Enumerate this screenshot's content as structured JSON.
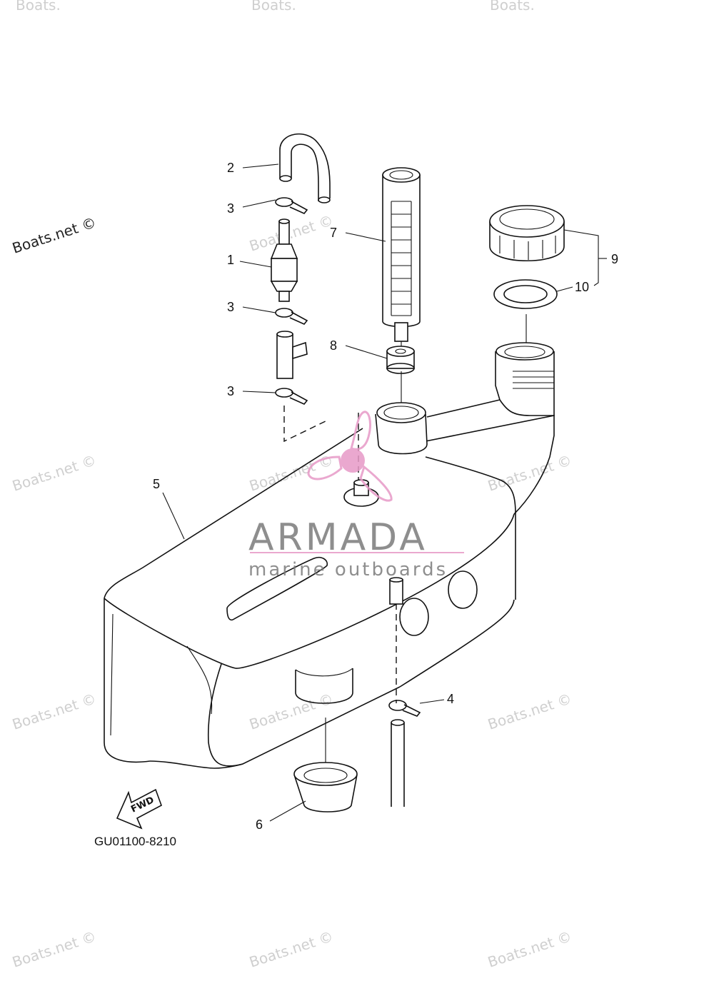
{
  "watermark": {
    "text": "Boats.net ©",
    "top_partial": "Boats."
  },
  "diagram_code": "GU01100-8210",
  "fwd_label": "FWD",
  "brand": {
    "name": "ARMADA",
    "tagline": "marine outboards",
    "accent_color": "#e79ac7",
    "text_color": "#7b7b7b"
  },
  "callouts": [
    {
      "id": "c1",
      "label": "1"
    },
    {
      "id": "c2",
      "label": "2"
    },
    {
      "id": "c3a",
      "label": "3"
    },
    {
      "id": "c3b",
      "label": "3"
    },
    {
      "id": "c3c",
      "label": "3"
    },
    {
      "id": "c4",
      "label": "4"
    },
    {
      "id": "c5",
      "label": "5"
    },
    {
      "id": "c6",
      "label": "6"
    },
    {
      "id": "c7",
      "label": "7"
    },
    {
      "id": "c8",
      "label": "8"
    },
    {
      "id": "c9",
      "label": "9"
    },
    {
      "id": "c10",
      "label": "10"
    }
  ]
}
